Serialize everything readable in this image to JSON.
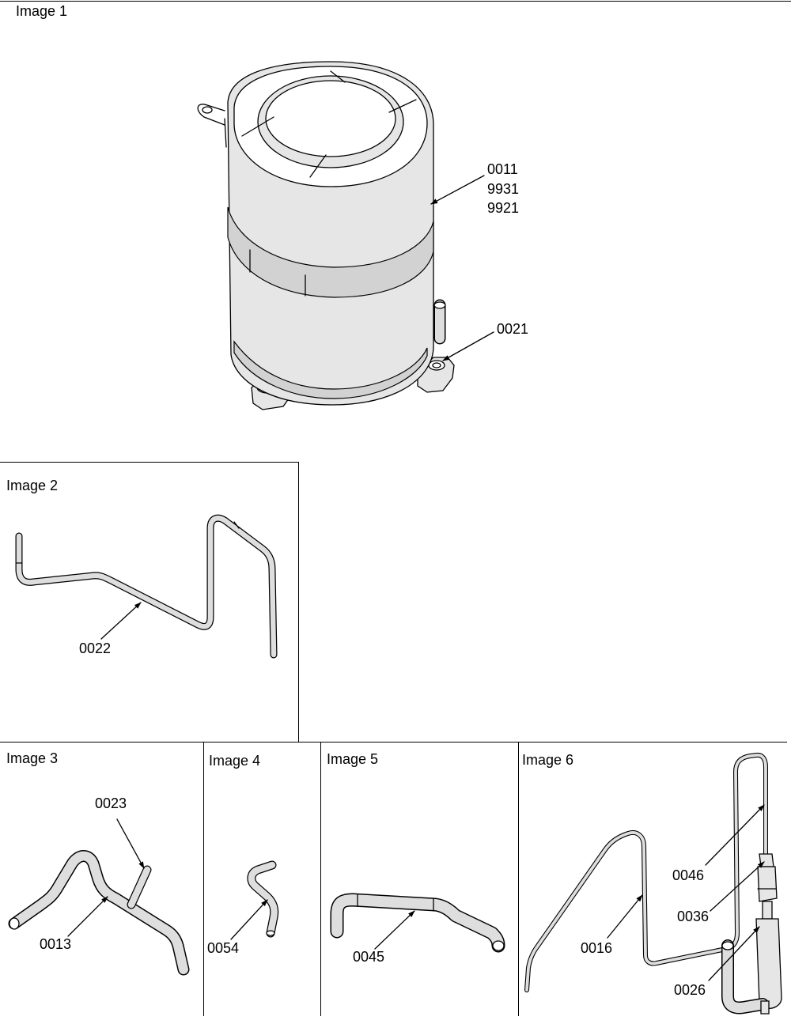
{
  "panels": [
    {
      "title": "Image 1",
      "callouts": [
        {
          "lines": [
            "0011",
            "9931",
            "9921"
          ]
        },
        {
          "lines": [
            "0021"
          ]
        }
      ]
    },
    {
      "title": "Image 2",
      "callouts": [
        {
          "lines": [
            "0022"
          ]
        }
      ]
    },
    {
      "title": "Image 3",
      "callouts": [
        {
          "lines": [
            "0023"
          ]
        },
        {
          "lines": [
            "0013"
          ]
        }
      ]
    },
    {
      "title": "Image 4",
      "callouts": [
        {
          "lines": [
            "0054"
          ]
        }
      ]
    },
    {
      "title": "Image 5",
      "callouts": [
        {
          "lines": [
            "0045"
          ]
        }
      ]
    },
    {
      "title": "Image 6",
      "callouts": [
        {
          "lines": [
            "0046"
          ]
        },
        {
          "lines": [
            "0036"
          ]
        },
        {
          "lines": [
            "0016"
          ]
        },
        {
          "lines": [
            "0026"
          ]
        }
      ]
    }
  ],
  "colors": {
    "line": "#000000",
    "shade": "#e6e6e6",
    "band": "#d2d2d2",
    "background": "#ffffff"
  }
}
